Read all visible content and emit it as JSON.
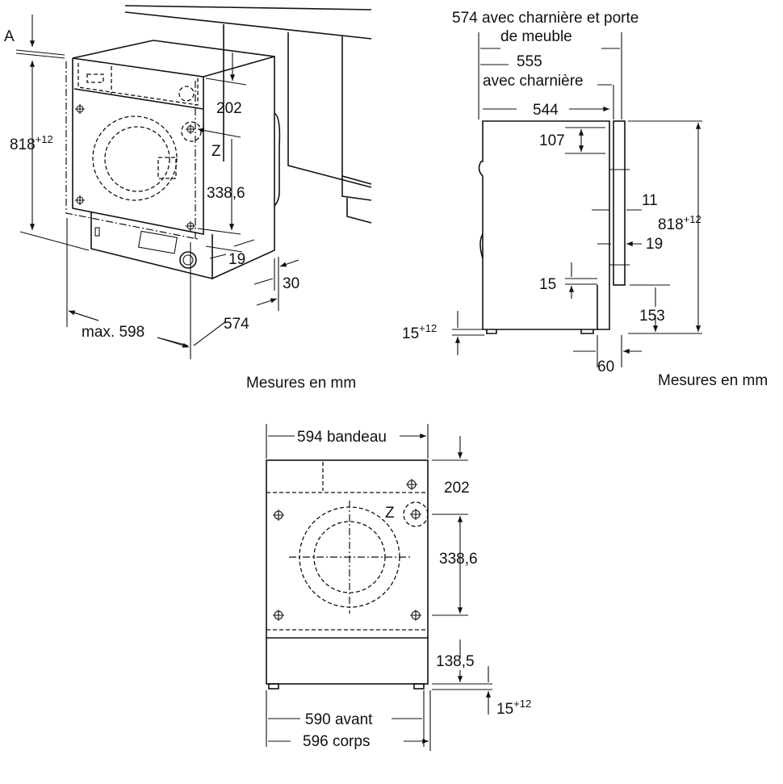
{
  "perspective_view": {
    "label_a": "A",
    "height": "818",
    "height_tol": "+12",
    "panel_height": "202",
    "z_label": "Z",
    "hinge_distance": "338,6",
    "dim_19": "19",
    "dim_30": "30",
    "depth": "574",
    "max_width": "max. 598",
    "caption": "Mesures en mm"
  },
  "side_view": {
    "depth_with_hinge_door": "574 avec charnière et porte",
    "depth_with_hinge_door_2": "de meuble",
    "depth_with_hinge": "555",
    "depth_with_hinge_2": "avec charnière",
    "body_depth": "544",
    "dim_107": "107",
    "dim_11": "11",
    "height": "818",
    "height_tol": "+12",
    "dim_19": "19",
    "dim_15": "15",
    "dim_153": "153",
    "foot": "15",
    "foot_tol": "+12",
    "dim_60": "60",
    "caption": "Mesures en mm"
  },
  "front_view": {
    "panel_width": "594 bandeau",
    "panel_height": "202",
    "z_label": "Z",
    "hinge_distance": "338,6",
    "plinth": "138,5",
    "foot": "15",
    "foot_tol": "+12",
    "front_width": "590 avant",
    "body_width": "596 corps"
  }
}
